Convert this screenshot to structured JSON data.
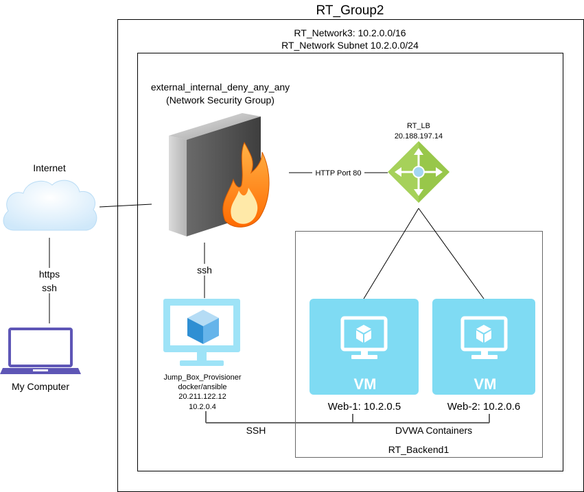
{
  "group": {
    "title": "RT_Group2",
    "network_line1": "RT_Network3: 10.2.0.0/16",
    "network_line2": "RT_Network Subnet 10.2.0.0/24"
  },
  "nsg": {
    "name": "external_internal_deny_any_any",
    "type": "(Network Security Group)"
  },
  "load_balancer": {
    "name": "RT_LB",
    "ip": "20.188.197.14",
    "link_label": "HTTP Port 80"
  },
  "internet": {
    "label": "Internet",
    "protocol1": "https",
    "protocol2": "ssh"
  },
  "computer": {
    "label": "My Computer"
  },
  "jumpbox": {
    "ssh_label": "ssh",
    "line1": "Jump_Box_Provisioner",
    "line2": "docker/ansible",
    "line3": "20.211.122.12",
    "line4": "10.2.0.4"
  },
  "backend": {
    "title": "RT_Backend1",
    "vm1": {
      "badge": "VM",
      "label": "Web-1: 10.2.0.5"
    },
    "vm2": {
      "badge": "VM",
      "label": "Web-2: 10.2.0.6"
    }
  },
  "bottom": {
    "ssh_label": "SSH",
    "containers_label": "DVWA Containers"
  },
  "colors": {
    "vm_blue": "#7fdbf3",
    "jumpbox_blue": "#9ee3f7",
    "lb_green": "#a6d15a",
    "lb_center": "#a3d6f2"
  }
}
